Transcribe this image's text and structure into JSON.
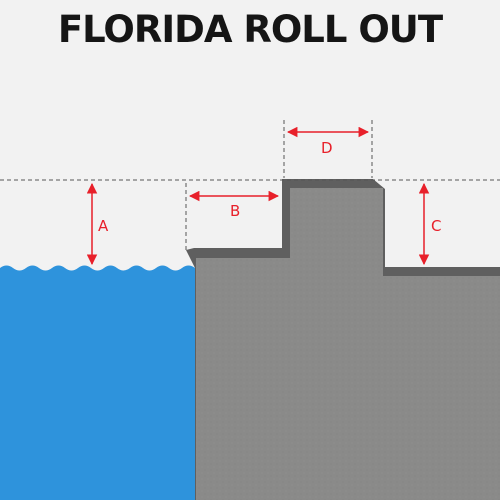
{
  "title": "FLORIDA ROLL OUT",
  "labels": {
    "a": "A",
    "b": "B",
    "c": "C",
    "d": "D"
  },
  "colors": {
    "background": "#f2f2f2",
    "water": "#2e93dc",
    "concrete": "#8a8a89",
    "concrete_edge": "#5f5f5f",
    "dimension": "#e8202a",
    "guide_line": "#555555",
    "title": "#151515"
  }
}
